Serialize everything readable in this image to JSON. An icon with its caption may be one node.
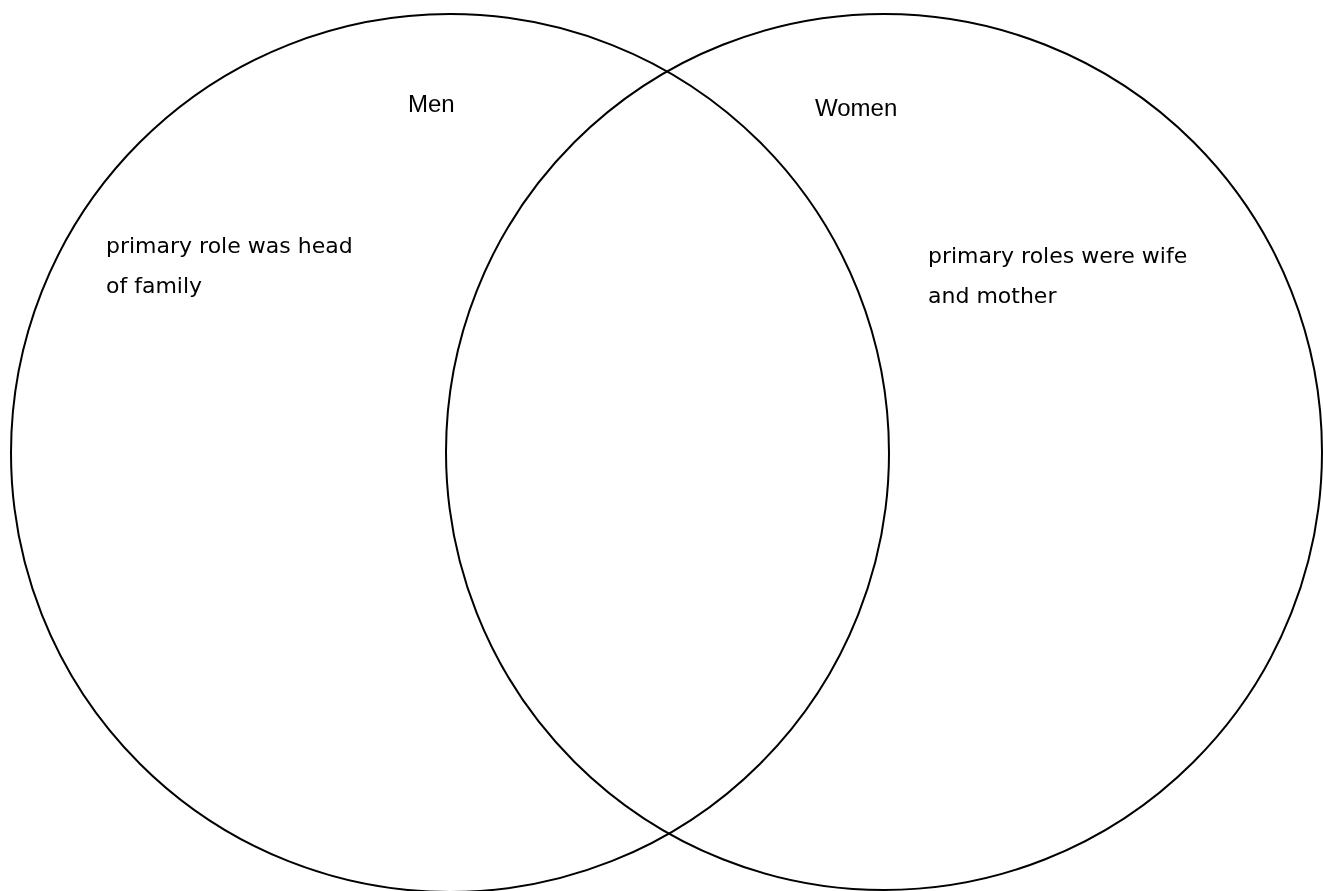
{
  "diagram": {
    "nodes": [
      {
        "text": [
          "Men",
          "primary role was head of family"
        ]
      },
      {
        "text": [
          "Women",
          "primary roles were wife and mother"
        ]
      }
    ]
  }
}
